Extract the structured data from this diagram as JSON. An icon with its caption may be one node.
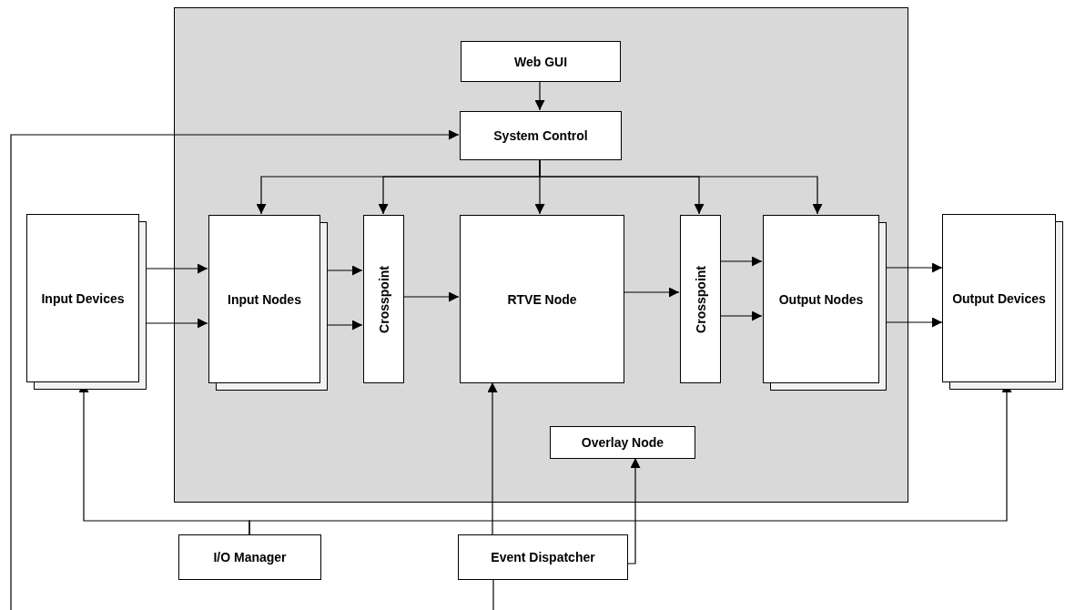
{
  "diagram": {
    "nodes": [
      {
        "text": [],
        "shape": "box"
      },
      {
        "text": [
          "Web GUI"
        ],
        "in": 0
      },
      {
        "text": [
          "System Control"
        ],
        "in": 0
      },
      {
        "text": [
          "Input Devices"
        ]
      },
      {
        "text": [
          "Input Nodes"
        ],
        "in": 0
      },
      {
        "text": [
          "Crosspoint"
        ],
        "in": 0
      },
      {
        "text": [
          "RTVE Node"
        ],
        "in": 0
      },
      {
        "text": [
          "Crosspoint"
        ],
        "in": 0
      },
      {
        "text": [
          "Output Nodes"
        ],
        "in": 0
      },
      {
        "text": [
          "Output Devices"
        ]
      },
      {
        "text": [
          "Overlay Node"
        ],
        "in": 0
      },
      {
        "text": [
          "I/O Manager"
        ]
      },
      {
        "text": [
          "Event Dispatcher"
        ]
      }
    ],
    "edges": [
      {
        "from": 1,
        "to": 2,
        "arrow": "to"
      },
      {
        "from": null,
        "to": 2,
        "arrow": "to"
      },
      {
        "from": 2,
        "to": 4,
        "arrow": "to"
      },
      {
        "from": 2,
        "to": 5,
        "arrow": "to"
      },
      {
        "from": 2,
        "to": 6,
        "arrow": "to"
      },
      {
        "from": 2,
        "to": 7,
        "arrow": "to"
      },
      {
        "from": 2,
        "to": 8,
        "arrow": "to"
      },
      {
        "from": 3,
        "to": 4,
        "arrow": "to"
      },
      {
        "from": 3,
        "to": 4,
        "arrow": "to"
      },
      {
        "from": 4,
        "to": 5,
        "arrow": "to"
      },
      {
        "from": 4,
        "to": 5,
        "arrow": "to"
      },
      {
        "from": 5,
        "to": 6,
        "arrow": "to"
      },
      {
        "from": 6,
        "to": 7,
        "arrow": "to"
      },
      {
        "from": 7,
        "to": 8,
        "arrow": "to"
      },
      {
        "from": 7,
        "to": 8,
        "arrow": "to"
      },
      {
        "from": 8,
        "to": 9,
        "arrow": "to"
      },
      {
        "from": 8,
        "to": 9,
        "arrow": "to"
      },
      {
        "from": 11,
        "to": 3,
        "arrow": "to"
      },
      {
        "from": 11,
        "to": 9,
        "arrow": "to"
      },
      {
        "from": 12,
        "to": 6,
        "arrow": "to"
      },
      {
        "from": 12,
        "to": 10,
        "arrow": "to"
      },
      {
        "from": 12,
        "to": null,
        "arrow": "none"
      }
    ]
  }
}
